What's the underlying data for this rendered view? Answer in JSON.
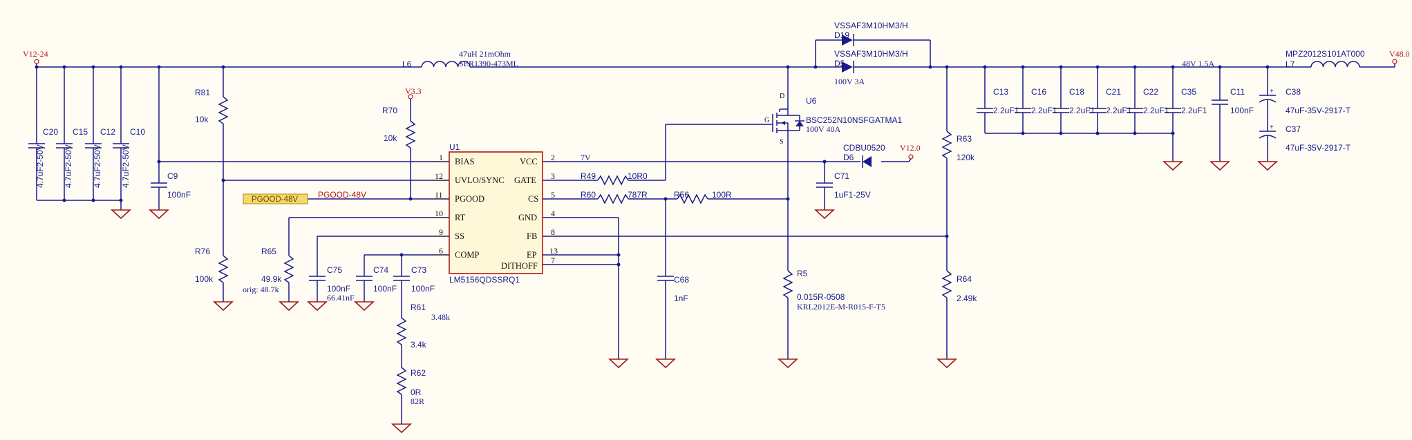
{
  "nets": {
    "vin": "V12-24",
    "vout_flag": "V48.0",
    "v33": "V3.3",
    "v12": "V12.0",
    "vout": "48V 1.5A",
    "vcc": "7V",
    "pgood_port": "PGOOD-48V",
    "pgood_net": "PGOOD-48V"
  },
  "parts": {
    "L6": {
      "ref": "L6",
      "value": "47uH 21mOhm",
      "part": "SER1390-473ML"
    },
    "L7": {
      "ref": "L7",
      "part": "MPZ2012S101AT000"
    },
    "C20": {
      "ref": "C20",
      "value": "4.7uF2-50V"
    },
    "C15": {
      "ref": "C15",
      "value": "4.7uF2-50V"
    },
    "C12": {
      "ref": "C12",
      "value": "4.7uF2-50V"
    },
    "C10": {
      "ref": "C10",
      "value": "4.7uF2-50V"
    },
    "C9": {
      "ref": "C9",
      "value": "100nF"
    },
    "R81": {
      "ref": "R81",
      "value": "10k"
    },
    "R76": {
      "ref": "R76",
      "value": "100k"
    },
    "R70": {
      "ref": "R70",
      "value": "10k"
    },
    "R65": {
      "ref": "R65",
      "value": "49.9k",
      "note": "orig: 48.7k"
    },
    "C75": {
      "ref": "C75",
      "value": "100nF",
      "note": "66.41nF"
    },
    "C74": {
      "ref": "C74",
      "value": "100nF"
    },
    "C73": {
      "ref": "C73",
      "value": "100nF"
    },
    "R61": {
      "ref": "R61",
      "value": "3.4k",
      "note": "3.48k"
    },
    "R62": {
      "ref": "R62",
      "value": "0R",
      "note": "82R"
    },
    "U1": {
      "ref": "U1",
      "part": "LM5156QDSSRQ1"
    },
    "R49": {
      "ref": "R49",
      "value": "10R0"
    },
    "R60": {
      "ref": "R60",
      "value": "787R"
    },
    "R56": {
      "ref": "R56",
      "value": "100R"
    },
    "C68": {
      "ref": "C68",
      "value": "1nF"
    },
    "U6": {
      "ref": "U6",
      "part": "BSC252N10NSFGATMA1",
      "rating": "100V 40A",
      "pin_d": "D",
      "pin_g": "G",
      "pin_s": "S"
    },
    "R5": {
      "ref": "R5",
      "value": "0.015R-0508",
      "part": "KRL2012E-M-R015-F-T5"
    },
    "D19": {
      "ref": "D19",
      "part": "VSSAF3M10HM3/H"
    },
    "D5": {
      "ref": "D5",
      "part": "VSSAF3M10HM3/H",
      "rating": "100V 3A"
    },
    "D6": {
      "ref": "D6",
      "part": "CDBU0520"
    },
    "C71": {
      "ref": "C71",
      "value": "1uF1-25V"
    },
    "R63": {
      "ref": "R63",
      "value": "120k"
    },
    "R64": {
      "ref": "R64",
      "value": "2.49k"
    },
    "C13": {
      "ref": "C13",
      "value": "2.2uF1"
    },
    "C16": {
      "ref": "C16",
      "value": "2.2uF1"
    },
    "C18": {
      "ref": "C18",
      "value": "2.2uF1"
    },
    "C21": {
      "ref": "C21",
      "value": "2.2uF1"
    },
    "C22": {
      "ref": "C22",
      "value": "2.2uF1"
    },
    "C35": {
      "ref": "C35",
      "value": "2.2uF1"
    },
    "C11": {
      "ref": "C11",
      "value": "100nF"
    },
    "C38": {
      "ref": "C38",
      "value": "47uF-35V-2917-T"
    },
    "C37": {
      "ref": "C37",
      "value": "47uF-35V-2917-T"
    }
  },
  "u1": {
    "left": [
      {
        "num": "1",
        "name": "BIAS"
      },
      {
        "num": "12",
        "name": "UVLO/SYNC"
      },
      {
        "num": "11",
        "name": "PGOOD"
      },
      {
        "num": "10",
        "name": "RT"
      },
      {
        "num": "9",
        "name": "SS"
      },
      {
        "num": "6",
        "name": "COMP"
      }
    ],
    "right": [
      {
        "num": "2",
        "name": "VCC"
      },
      {
        "num": "3",
        "name": "GATE"
      },
      {
        "num": "5",
        "name": "CS"
      },
      {
        "num": "4",
        "name": "GND"
      },
      {
        "num": "8",
        "name": "FB"
      },
      {
        "num": "13",
        "name": "EP"
      },
      {
        "num": "7",
        "name": "DITHOFF"
      }
    ]
  },
  "colors": {
    "wire": "#1a1a8c",
    "ground": "#b81818",
    "ic_border": "#b01818",
    "ic_fill": "#fff8d8",
    "port_fill": "#f3d86a",
    "background": "#fffdf3"
  }
}
